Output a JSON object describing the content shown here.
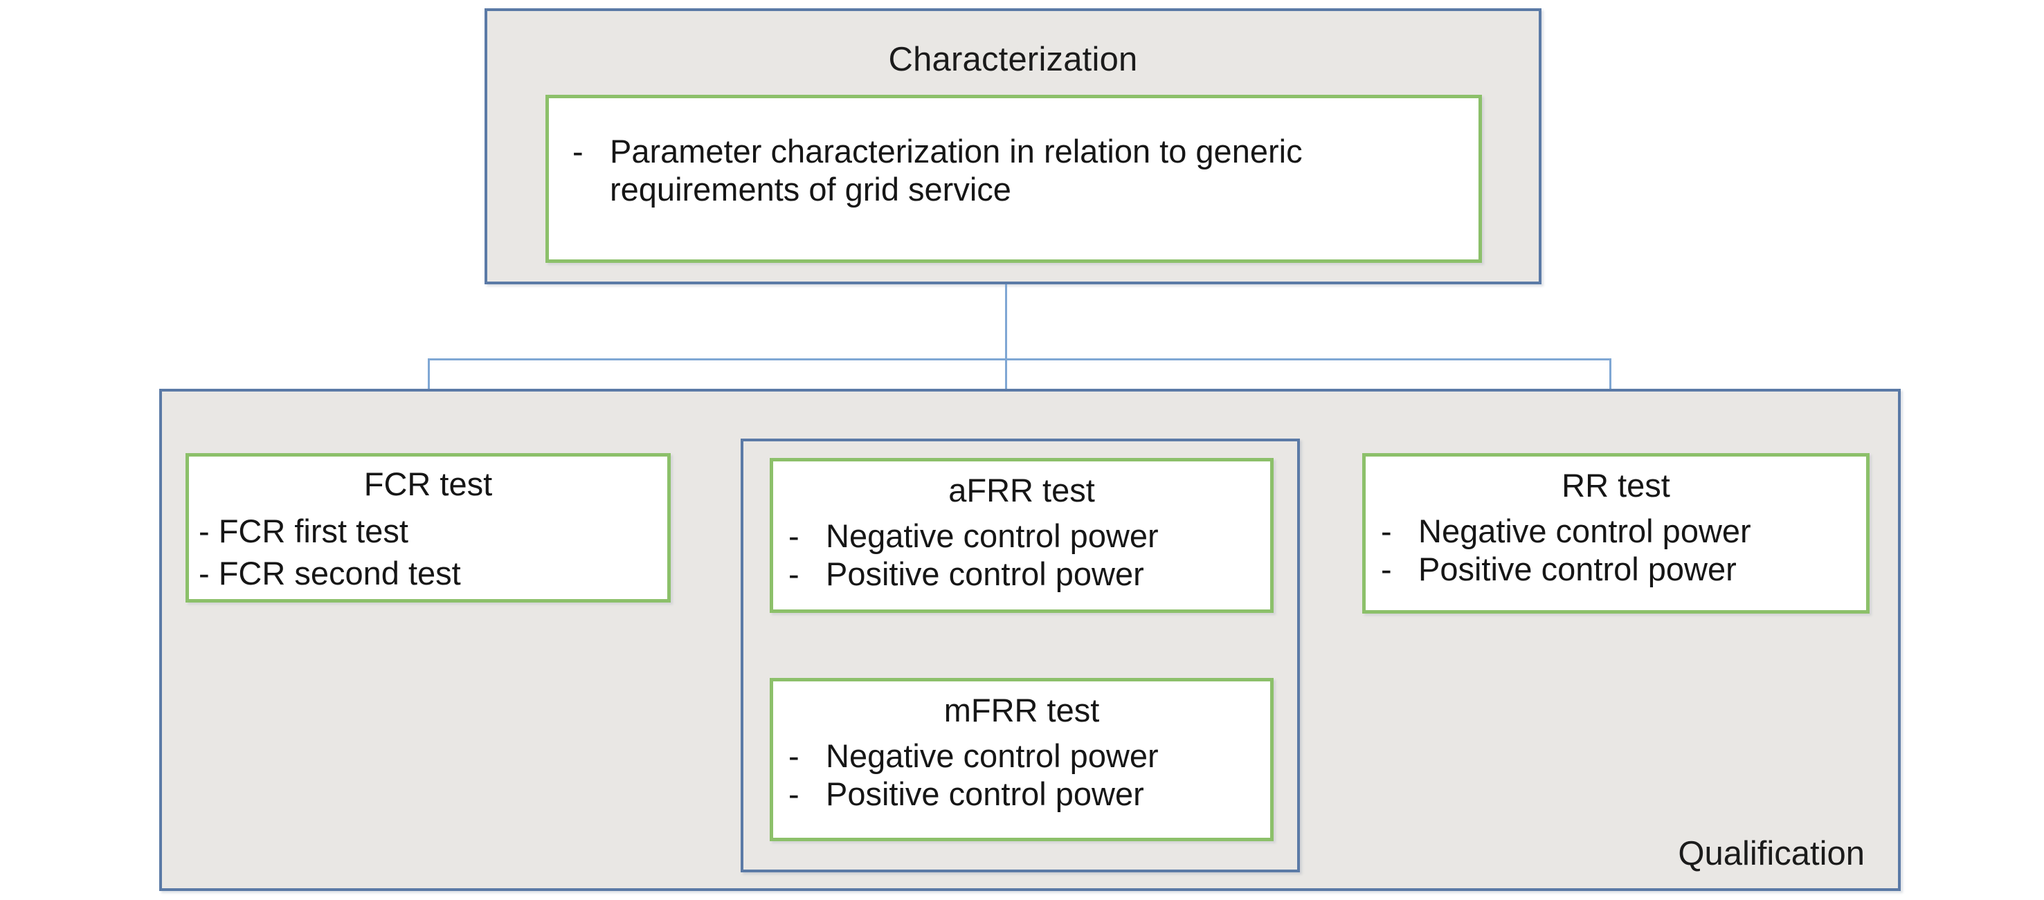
{
  "diagram": {
    "title": "Characterization and Qualification test flow",
    "colors": {
      "box_fill": "#e9e7e4",
      "blue_border": "#5b7aa6",
      "green_border": "#8cc06a",
      "card_fill": "#ffffff",
      "connector": "#7fa7d4",
      "arrow_head": "#4a7fbf",
      "text": "#161616",
      "page_background": "#ffffff"
    }
  },
  "characterization": {
    "title": "Characterization",
    "item": {
      "dash": "-",
      "text": "Parameter characterization in relation to generic requirements of grid service"
    }
  },
  "qualification": {
    "label": "Qualification",
    "fcr": {
      "title": "FCR test",
      "bullets": [
        "- FCR first test",
        "- FCR second test"
      ]
    },
    "afrr": {
      "title": "aFRR test",
      "bullets": [
        {
          "dash": "-",
          "text": "Negative control power"
        },
        {
          "dash": "-",
          "text": "Positive control power"
        }
      ]
    },
    "mfrr": {
      "title": "mFRR test",
      "bullets": [
        {
          "dash": "-",
          "text": "Negative control power"
        },
        {
          "dash": "-",
          "text": "Positive control power"
        }
      ]
    },
    "rr": {
      "title": "RR test",
      "bullets": [
        {
          "dash": "-",
          "text": "Negative control power"
        },
        {
          "dash": "-",
          "text": "Positive control power"
        }
      ]
    }
  }
}
